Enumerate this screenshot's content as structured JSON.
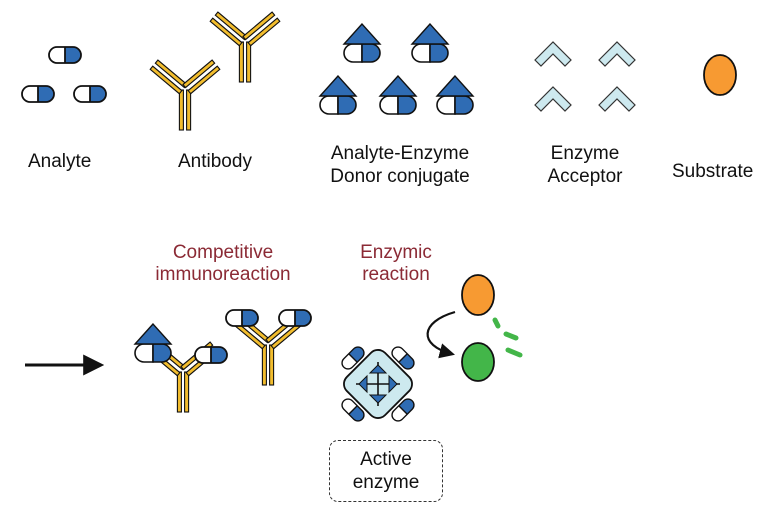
{
  "legend": {
    "analyte": "Analyte",
    "antibody": "Antibody",
    "conjugate": [
      "Analyte-Enzyme",
      "Donor conjugate"
    ],
    "acceptor": [
      "Enzyme",
      "Acceptor"
    ],
    "substrate": "Substrate"
  },
  "process": {
    "immunoreaction": [
      "Competitive",
      "immunoreaction"
    ],
    "enzymic": [
      "Enzymic",
      "reaction"
    ],
    "active_enzyme": [
      "Active",
      "enzyme"
    ]
  },
  "colors": {
    "analyte_blue": "#2f6cb4",
    "outline": "#111111",
    "antibody_gold": "#f2bd2e",
    "acceptor_light": "#cde9ef",
    "substrate_orange": "#f79a32",
    "product_green": "#43b649",
    "signal_green": "#43b649",
    "caption_red": "#8b2a35"
  }
}
